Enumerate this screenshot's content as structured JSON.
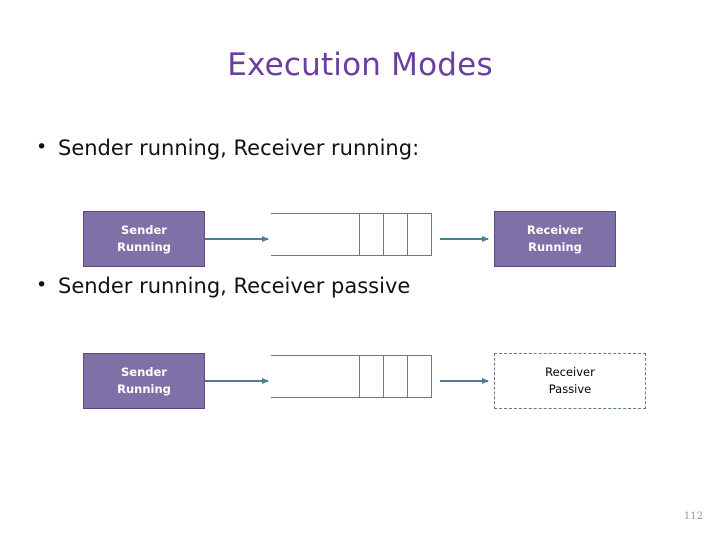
{
  "slide": {
    "title": "Execution Modes",
    "page_number": "112",
    "title_color": "#6B3F9E",
    "accent_purple": "#8070A8",
    "accent_purple_border": "#5A4A82",
    "connector_blue": "#4D7E96",
    "queue_border": "#5C7C95",
    "bullets": [
      {
        "marker": "•",
        "text": "Sender running, Receiver running:"
      },
      {
        "marker": "•",
        "text": "Sender running, Receiver passive"
      }
    ],
    "diagrams": [
      {
        "sender": {
          "line1": "Sender",
          "line2": "Running",
          "state": "running"
        },
        "queue": {
          "cells": 4,
          "dividers": 3
        },
        "receiver": {
          "line1": "Receiver",
          "line2": "Running",
          "state": "running"
        },
        "arrow_in": "arrow-right",
        "arrow_out": "arrow-right"
      },
      {
        "sender": {
          "line1": "Sender",
          "line2": "Running",
          "state": "running"
        },
        "queue": {
          "cells": 4,
          "dividers": 3
        },
        "receiver": {
          "line1": "Receiver",
          "line2": "Passive",
          "state": "passive"
        },
        "arrow_in": "arrow-right",
        "arrow_out": "arrow-right"
      }
    ]
  }
}
